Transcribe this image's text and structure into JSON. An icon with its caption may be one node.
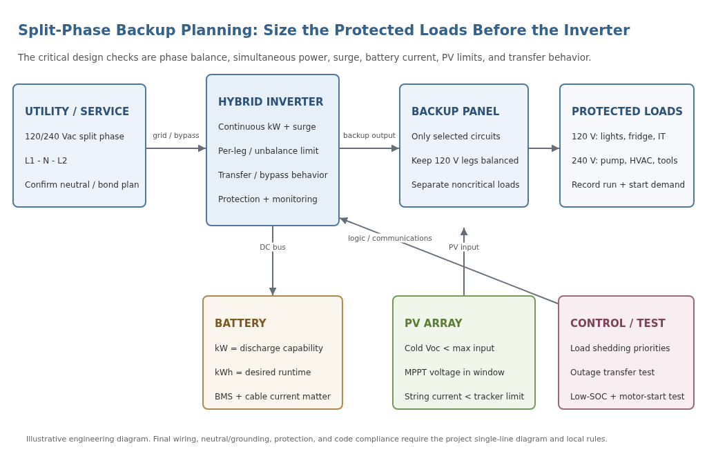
{
  "diagram": {
    "title": "Split-Phase Backup Planning: Size the Protected Loads Before the Inverter",
    "caption": "Illustrative engineering diagram. Final wiring, neutral/grounding, protection, and code compliance require the project single-line diagram and local rules.",
    "nodes": [
      {
        "text": [
          "UTILITY / SERVICE",
          "120/240 Vac split phase",
          "L1 - N - L2",
          "Confirm neutral / bond plan"
        ]
      },
      {
        "text": [
          "HYBRID INVERTER",
          "Continuous kW + surge",
          "Per-leg / unbalance limit",
          "Transfer / bypass behavior",
          "Protection + monitoring"
        ]
      },
      {
        "text": [
          "BACKUP PANEL",
          "Only selected circuits",
          "Keep 120 V legs balanced",
          "Separate noncritical loads"
        ]
      },
      {
        "text": [
          "PROTECTED LOADS",
          "120 V: lights, fridge, IT",
          "240 V: pump, HVAC, tools",
          "Record run + start demand"
        ]
      },
      {
        "text": [
          "BATTERY",
          "kW = discharge capability",
          "kWh = desired runtime",
          "BMS + cable current matter"
        ]
      },
      {
        "text": [
          "PV ARRAY",
          "Cold Voc < max input",
          "MPPT voltage in window",
          "String current < tracker limit"
        ]
      },
      {
        "text": [
          "CONTROL / TEST",
          "Load shedding priorities",
          "Outage transfer test",
          "Low-SOC + motor-start test"
        ]
      }
    ],
    "edges": [
      {
        "from": 0,
        "to": 1,
        "arrow": "to",
        "label": "grid / bypass"
      },
      {
        "from": 1,
        "to": 2,
        "arrow": "to",
        "label": "backup output"
      },
      {
        "from": 2,
        "to": 3,
        "arrow": "to"
      },
      {
        "from": 1,
        "to": 4,
        "arrow": "to",
        "label": "DC bus"
      },
      {
        "from": 5,
        "to": null,
        "arrow": "to",
        "label": "PV input"
      },
      {
        "from": 6,
        "to": 1,
        "arrow": "to",
        "label": "logic / communications"
      }
    ],
    "labels": [
      "The critical design checks are phase balance, simultaneous power, surge, battery current, PV limits, and transfer behavior."
    ]
  }
}
